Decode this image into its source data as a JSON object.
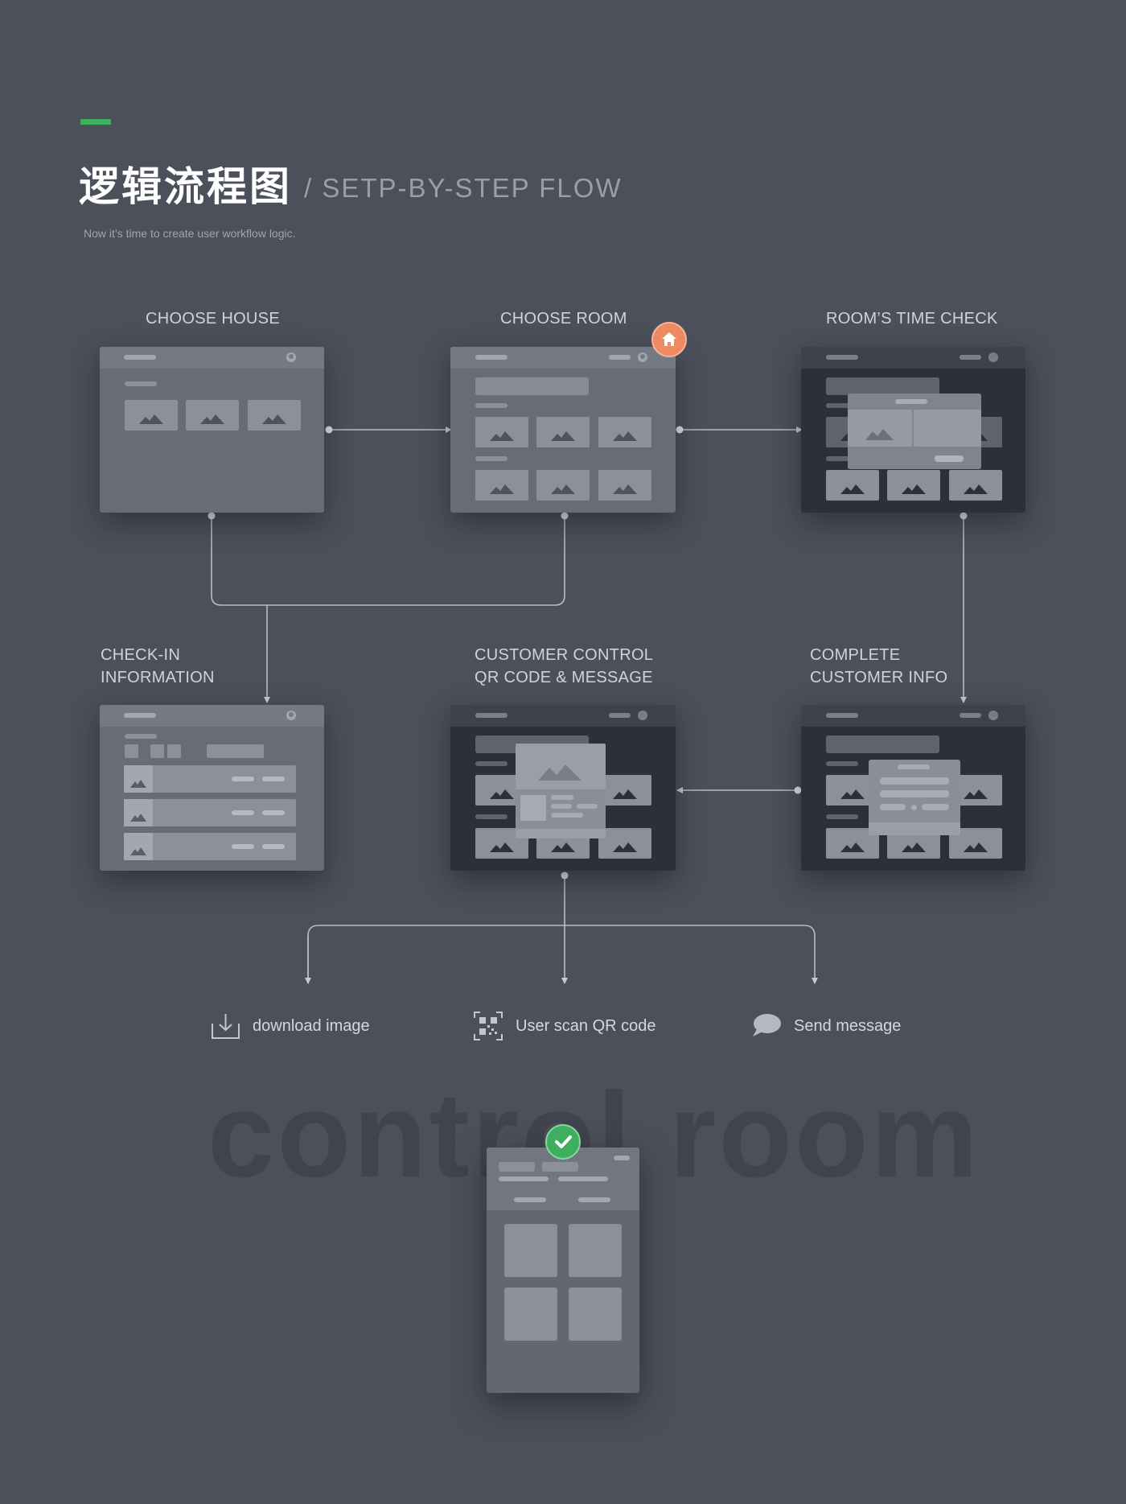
{
  "header": {
    "title_cn": "逻辑流程图",
    "title_en": "/ SETP-BY-STEP FLOW",
    "subtitle": "Now it’s time to create user workflow logic."
  },
  "steps": {
    "choose_house": "CHOOSE HOUSE",
    "choose_room": "CHOOSE ROOM",
    "time_check": "ROOM’S TIME CHECK",
    "checkin_line1": "CHECK-IN",
    "checkin_line2": "INFORMATION",
    "customer_control_line1": "CUSTOMER CONTROL",
    "customer_control_line2": "QR CODE & MESSAGE",
    "complete_line1": "COMPLETE",
    "complete_line2": "CUSTOMER INFO"
  },
  "outcomes": {
    "download": "download image",
    "scan": "User scan QR code",
    "message": "Send message"
  },
  "watermark": "control room",
  "icons": {
    "badge_top": "home-icon",
    "badge_bottom": "check-icon",
    "download": "download-icon",
    "scan": "qr-code-icon",
    "message": "chat-bubble-icon"
  },
  "colors": {
    "background": "#4c505b",
    "accent": "#3fae5f",
    "home_badge": "#ee8a62",
    "check_badge": "#3fae5f"
  }
}
